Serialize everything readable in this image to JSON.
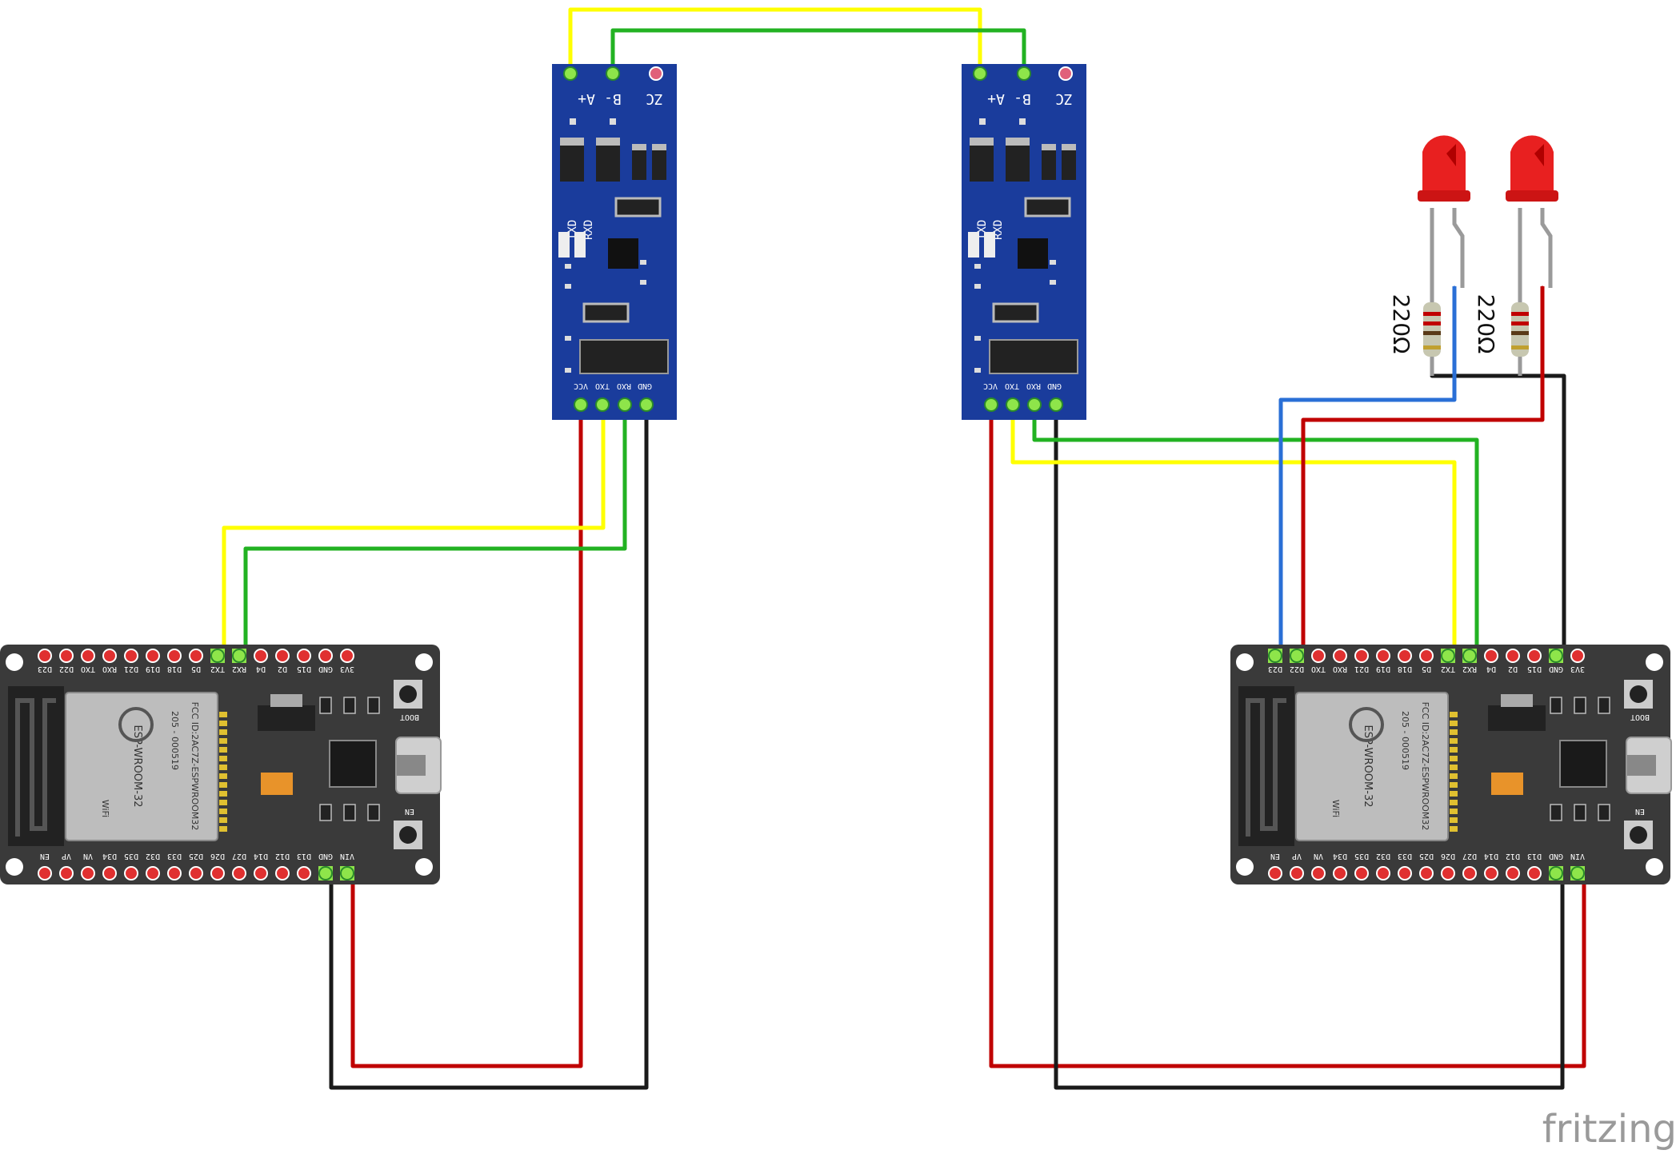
{
  "colors": {
    "red": "#c00000",
    "black": "#1a1a1a",
    "yellow": "#ffff00",
    "green": "#22b222",
    "blue": "#2a6fd6",
    "esp_board": "#3a3a3a",
    "rs485_board": "#1a3c9c",
    "led": "#e82020",
    "module_shield": "#bdbdbd"
  },
  "rs485": {
    "top_pins": [
      "A+",
      "B-",
      "ZC"
    ],
    "serial_labels": [
      "TXD",
      "RXD"
    ],
    "bottom_pins": [
      "GND",
      "RXO",
      "TXO",
      "VCC"
    ]
  },
  "esp32": {
    "top_pins": [
      "3V3",
      "GND",
      "D15",
      "D2",
      "D4",
      "RX2",
      "TX2",
      "D5",
      "D18",
      "D19",
      "D21",
      "RXO",
      "TXO",
      "D22",
      "D23"
    ],
    "bottom_pins": [
      "VIN",
      "GND",
      "D13",
      "D12",
      "D14",
      "D27",
      "D26",
      "D25",
      "D33",
      "D32",
      "D35",
      "D34",
      "VN",
      "VP",
      "EN"
    ],
    "module_name": "ESP-WROOM-32",
    "fcc_id": "FCC ID:2AC7Z-ESPWROOM32",
    "cert_id": "205 - 000519",
    "boot_label": "BOOT",
    "en_label": "EN",
    "wifi_label": "WiFi"
  },
  "resistors": {
    "value": "220Ω"
  },
  "watermark": "fritzing"
}
